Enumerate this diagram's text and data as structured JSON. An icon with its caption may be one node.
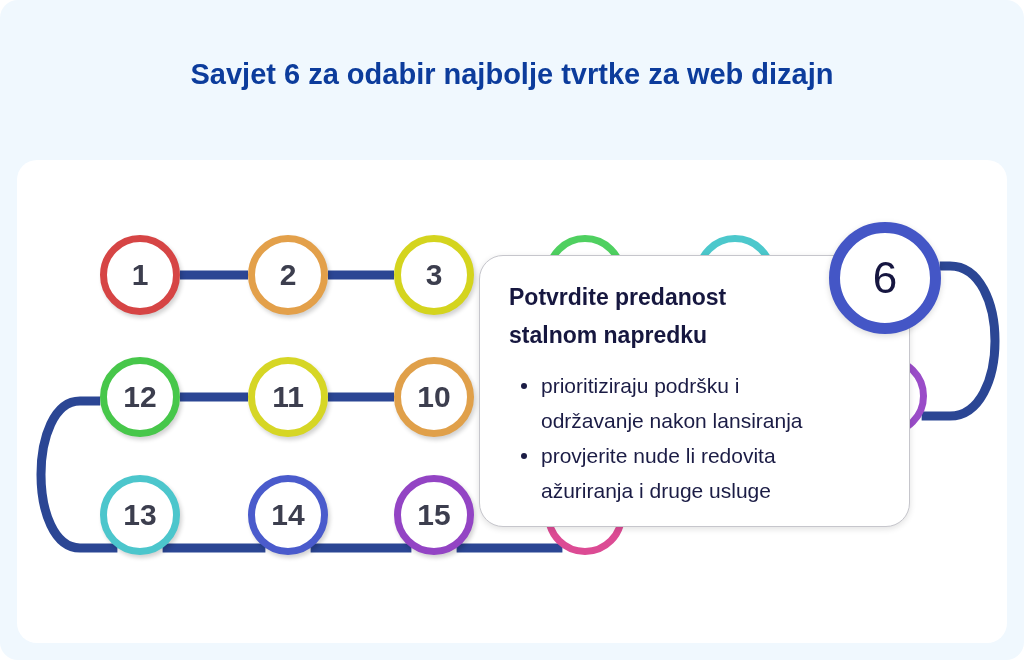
{
  "diagram": {
    "title": "Savjet 6 za odabir najbolje tvrtke za web dizajn",
    "nodes": [
      {
        "text": [
          "1"
        ]
      },
      {
        "text": [
          "2"
        ]
      },
      {
        "text": [
          "3"
        ]
      },
      {
        "text": [],
        "shape": "circle"
      },
      {
        "text": [],
        "shape": "circle"
      },
      {
        "text": [
          "6"
        ]
      },
      {
        "text": [
          "Potvrdite predanost stalnom napredku",
          "prioritiziraju podršku i održavanje nakon lansiranja",
          "provjerite nude li redovita ažuriranja i druge usluge"
        ]
      },
      {
        "text": [
          "12"
        ]
      },
      {
        "text": [
          "11"
        ]
      },
      {
        "text": [
          "10"
        ]
      },
      {
        "text": [],
        "shape": "circle"
      },
      {
        "text": [
          "13"
        ]
      },
      {
        "text": [
          "14"
        ]
      },
      {
        "text": [
          "15"
        ]
      },
      {
        "text": [],
        "shape": "circle"
      }
    ],
    "edges": [
      {
        "from": 0,
        "to": 1,
        "arrow": "none"
      },
      {
        "from": 1,
        "to": 2,
        "arrow": "none"
      },
      {
        "from": 5,
        "to": 10,
        "arrow": "none"
      },
      {
        "from": 7,
        "to": 8,
        "arrow": "none"
      },
      {
        "from": 8,
        "to": 9,
        "arrow": "none"
      },
      {
        "from": 7,
        "to": 11,
        "arrow": "none"
      },
      {
        "from": 11,
        "to": 12,
        "arrow": "none"
      },
      {
        "from": 12,
        "to": 13,
        "arrow": "none"
      },
      {
        "from": 13,
        "to": 14,
        "arrow": "none"
      }
    ]
  }
}
